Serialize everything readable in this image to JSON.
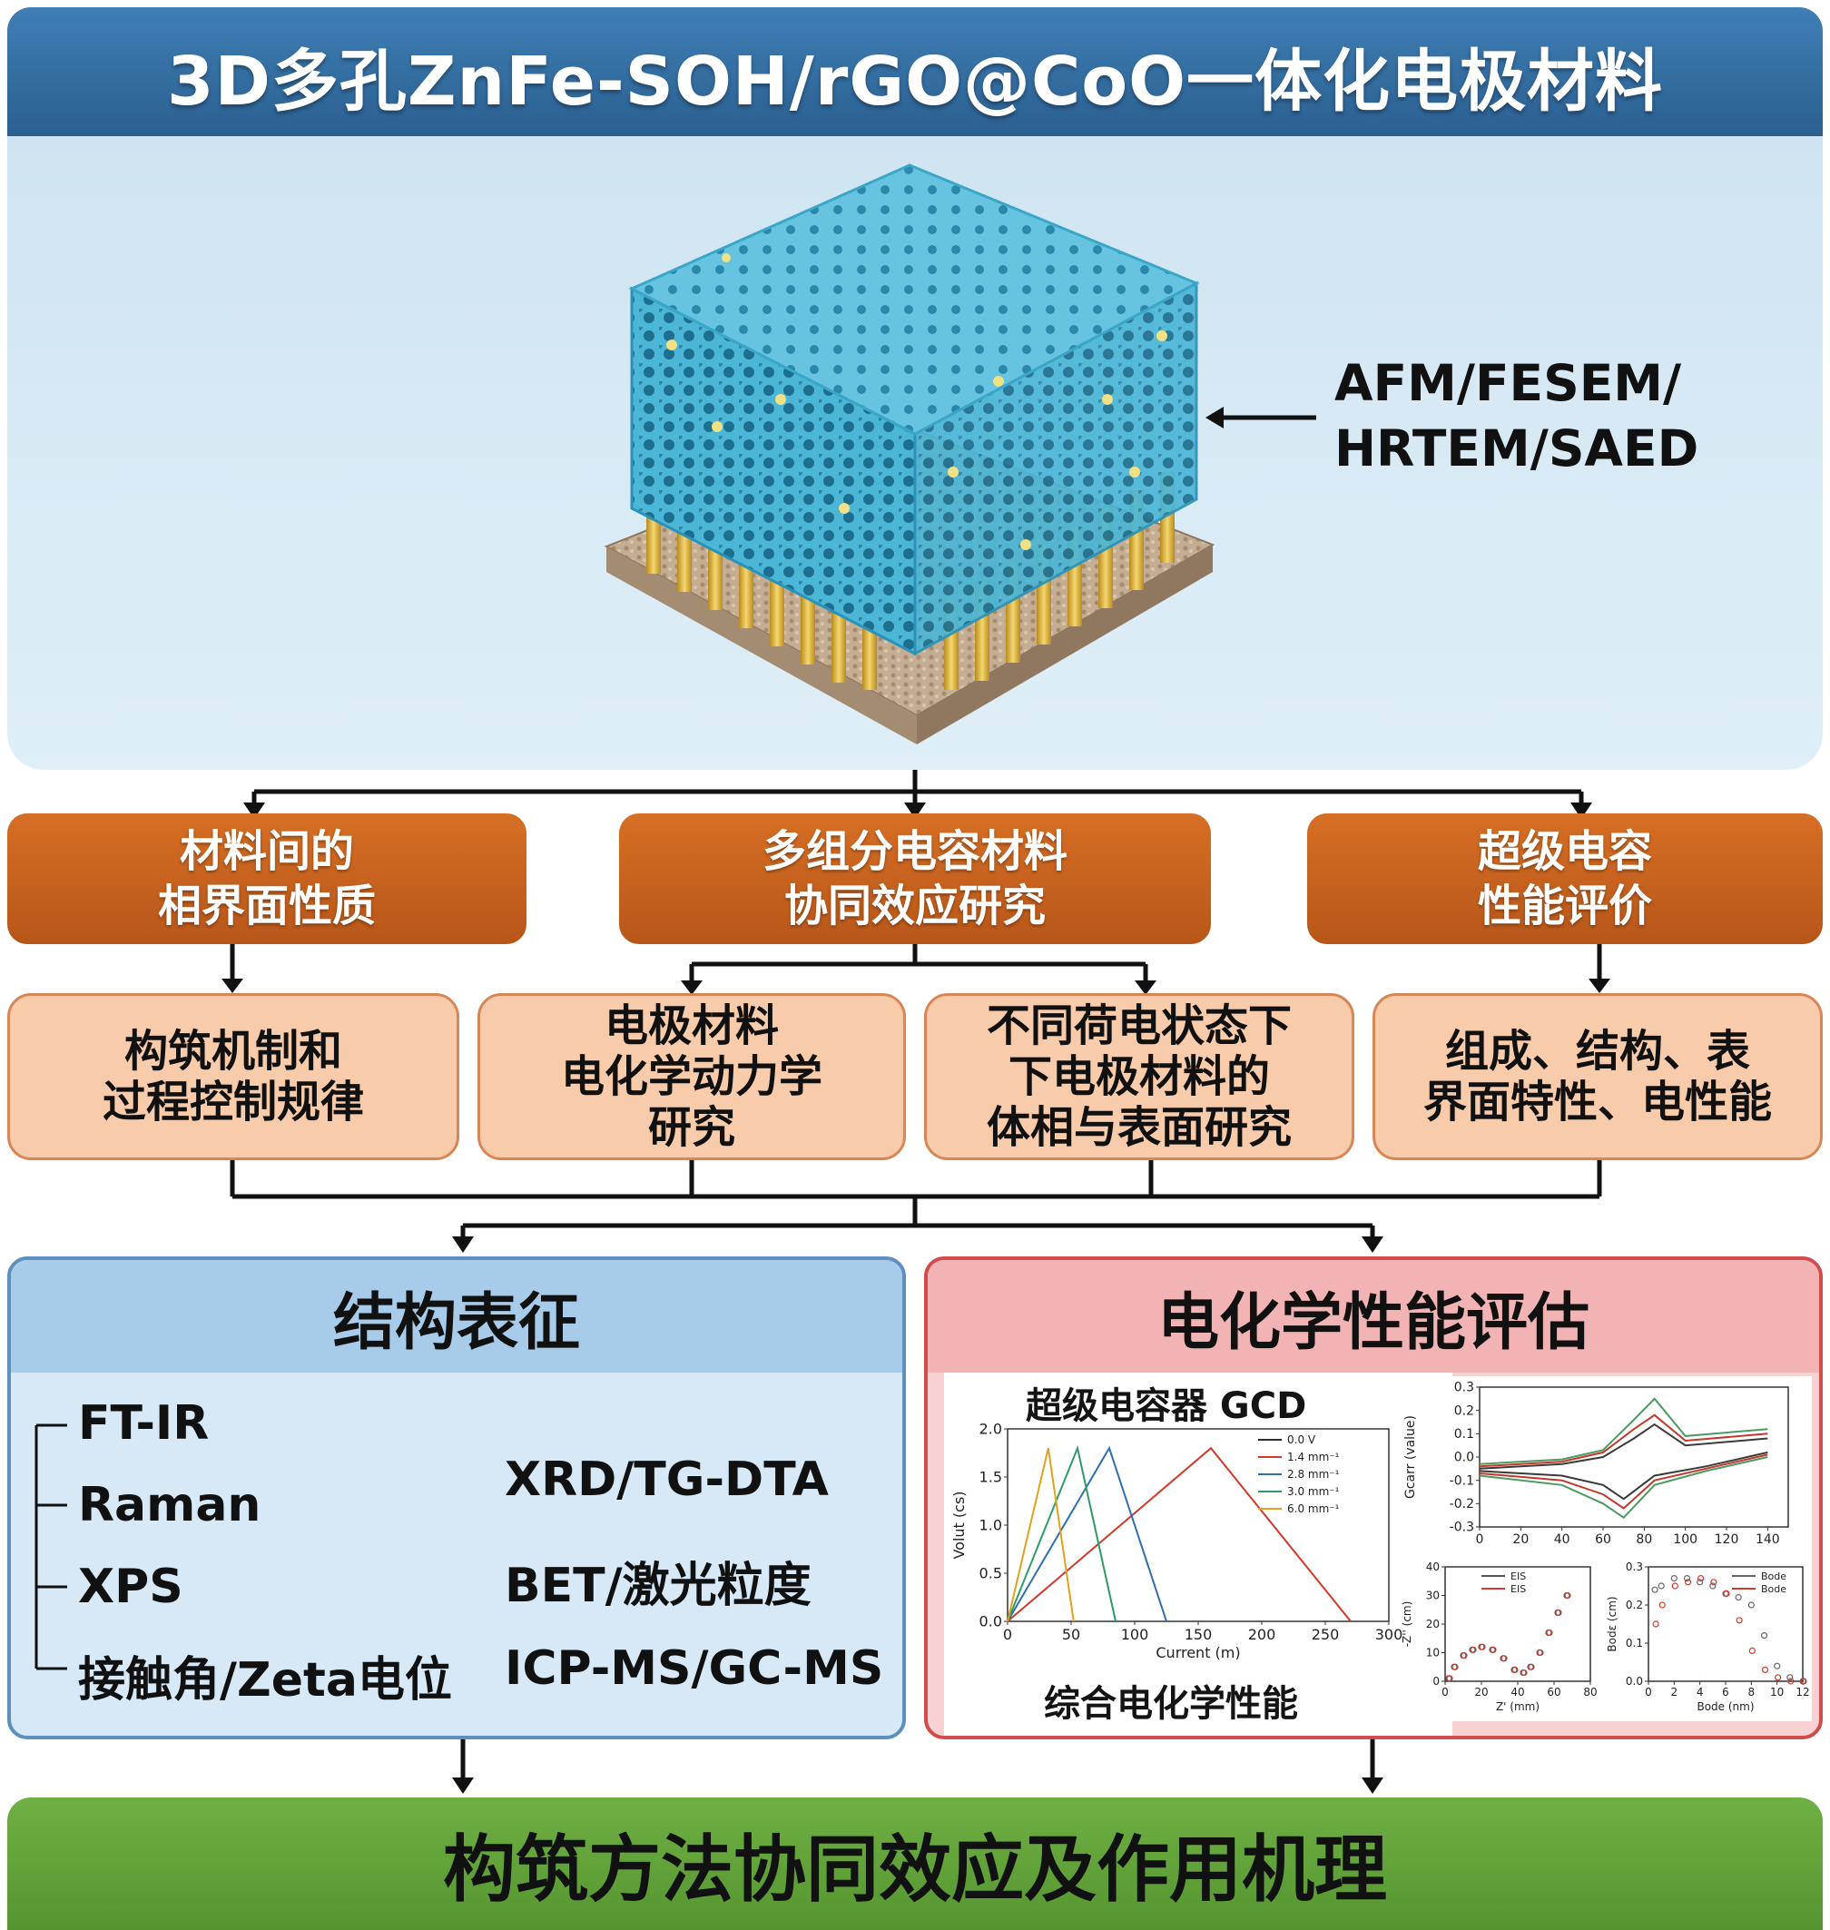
{
  "title": "3D多孔ZnFe-SOH/rGO@CoO一体化电极材料",
  "hero": {
    "tech_line1": "AFM/FESEM/",
    "tech_line2": "HRTEM/SAED"
  },
  "level1": [
    {
      "line1": "材料间的",
      "line2": "相界面性质"
    },
    {
      "line1": "多组分电容材料",
      "line2": "协同效应研究"
    },
    {
      "line1": "超级电容",
      "line2": "性能评价"
    }
  ],
  "level2": [
    {
      "lines": [
        "构筑机制和",
        "过程控制规律"
      ]
    },
    {
      "lines": [
        "电极材料",
        "电化学动力学",
        "研究"
      ]
    },
    {
      "lines": [
        "不同荷电状态下",
        "下电极材料的",
        "体相与表面研究"
      ]
    },
    {
      "lines": [
        "组成、结构、表",
        "界面特性、电性能"
      ]
    }
  ],
  "structure_panel": {
    "title": "结构表征",
    "left_items": [
      "FT-IR",
      "Raman",
      "XPS",
      "接触角/Zeta电位"
    ],
    "right_items": [
      "XRD/TG-DTA",
      "BET/激光粒度",
      "ICP-MS/GC-MS"
    ]
  },
  "electro_panel": {
    "title": "电化学性能评估",
    "gcd_title": "超级电容器 GCD",
    "caption": "综合电化学性能"
  },
  "footer": "构筑方法协同效应及作用机理",
  "colors": {
    "header": "#2f6aa0",
    "orange": "#c8611f",
    "peach": "#f8cbab",
    "blue_panel": "#d7e9f6",
    "red_panel": "#f8d2d2",
    "footer": "#62a33b"
  },
  "chart_data": [
    {
      "type": "line",
      "xlabel": "Current (m)",
      "ylabel": "Volut (cs)",
      "xlim": [
        0,
        300
      ],
      "ylim": [
        0,
        2.0
      ],
      "xticks": [
        "0",
        "50",
        "100",
        "150",
        "200",
        "250",
        "300"
      ],
      "yticks": [
        "0.0",
        "0.5",
        "1.0",
        "1.5",
        "2.0"
      ],
      "series": [
        {
          "name": "0.0 V",
          "color": "#2b2b2b",
          "x": [],
          "y": []
        },
        {
          "name": "1.4 mm⁻¹",
          "color": "#d0392b",
          "x": [
            0,
            160,
            270
          ],
          "y": [
            0,
            1.8,
            0
          ]
        },
        {
          "name": "2.8 mm⁻¹",
          "color": "#2f6fb0",
          "x": [
            0,
            80,
            125
          ],
          "y": [
            0,
            1.8,
            0
          ]
        },
        {
          "name": "3.0 mm⁻¹",
          "color": "#2e9a6a",
          "x": [
            0,
            55,
            85
          ],
          "y": [
            0,
            1.8,
            0
          ]
        },
        {
          "name": "6.0 mm⁻¹",
          "color": "#e0a21c",
          "x": [
            0,
            32,
            52
          ],
          "y": [
            0,
            1.8,
            0
          ]
        }
      ]
    },
    {
      "type": "line",
      "xlabel": "",
      "ylabel": "Gcarr (value)",
      "xlim": [
        0,
        150
      ],
      "ylim": [
        -0.3,
        0.3
      ],
      "xticks": [
        "0",
        "20",
        "40",
        "60",
        "80",
        "100",
        "120",
        "140"
      ],
      "yticks": [
        "0.3",
        "0.2",
        "0.1",
        "0.0",
        "-0.1",
        "-0.2",
        "-0.3"
      ],
      "series": [
        {
          "name": "",
          "color": "#3a3a3a",
          "x": [
            0,
            40,
            60,
            75,
            85,
            100,
            140
          ],
          "y": [
            -0.05,
            -0.03,
            0.0,
            0.08,
            0.14,
            0.05,
            0.08
          ]
        },
        {
          "name": "",
          "color": "#c0392b",
          "x": [
            0,
            40,
            60,
            75,
            85,
            100,
            140
          ],
          "y": [
            -0.04,
            -0.02,
            0.02,
            0.12,
            0.18,
            0.07,
            0.1
          ]
        },
        {
          "name": "",
          "color": "#4c9a62",
          "x": [
            0,
            40,
            60,
            75,
            85,
            100,
            140
          ],
          "y": [
            -0.03,
            -0.01,
            0.03,
            0.16,
            0.25,
            0.09,
            0.12
          ]
        },
        {
          "name": "",
          "color": "#3a3a3a",
          "x": [
            0,
            40,
            60,
            70,
            85,
            110,
            140
          ],
          "y": [
            -0.06,
            -0.08,
            -0.12,
            -0.18,
            -0.08,
            -0.04,
            0.02
          ]
        },
        {
          "name": "",
          "color": "#c0392b",
          "x": [
            0,
            40,
            60,
            70,
            85,
            110,
            140
          ],
          "y": [
            -0.07,
            -0.1,
            -0.16,
            -0.22,
            -0.1,
            -0.05,
            0.01
          ]
        },
        {
          "name": "",
          "color": "#4c9a62",
          "x": [
            0,
            40,
            60,
            70,
            85,
            110,
            140
          ],
          "y": [
            -0.08,
            -0.12,
            -0.2,
            -0.26,
            -0.12,
            -0.06,
            0.0
          ]
        }
      ]
    },
    {
      "type": "scatter",
      "xlabel": "Z' (mm)",
      "ylabel": "-Z'' (cm)",
      "xlim": [
        0,
        80
      ],
      "ylim": [
        0,
        40
      ],
      "xticks": [
        "0",
        "20",
        "40",
        "60",
        "80"
      ],
      "yticks": [
        "40",
        "30",
        "20",
        "10",
        "0"
      ],
      "series": [
        {
          "name": "EIS",
          "color": "#555555",
          "x": [
            2,
            5,
            10,
            15,
            20,
            26,
            32,
            38,
            43,
            47,
            52,
            57,
            62,
            67
          ],
          "y": [
            1,
            5,
            9,
            11,
            12,
            11,
            8,
            4,
            3,
            5,
            10,
            17,
            24,
            30
          ]
        },
        {
          "name": "EIS",
          "color": "#d0392b",
          "x": [
            2,
            5,
            10,
            15,
            20,
            26,
            32,
            38,
            43,
            47,
            52,
            57,
            62,
            67
          ],
          "y": [
            1,
            5,
            9,
            11,
            12,
            11,
            8,
            4,
            3,
            5,
            10,
            17,
            24,
            30
          ]
        }
      ]
    },
    {
      "type": "scatter",
      "xlabel": "Bode (nm)",
      "ylabel": "Bodε (cm)",
      "xlim": [
        0,
        12
      ],
      "ylim": [
        0,
        0.3
      ],
      "xticks": [
        "0",
        "2",
        "4",
        "6",
        "8",
        "10",
        "12"
      ],
      "yticks": [
        "0.3",
        "0.2",
        "0.1",
        "0.0"
      ],
      "series": [
        {
          "name": "Bode",
          "color": "#666666",
          "x": [
            0.5,
            1,
            2,
            3,
            4,
            5,
            6,
            7,
            8,
            9,
            10,
            11,
            12
          ],
          "y": [
            0.24,
            0.25,
            0.27,
            0.27,
            0.26,
            0.25,
            0.23,
            0.22,
            0.2,
            0.12,
            0.04,
            0.01,
            0.0
          ]
        },
        {
          "name": "Bode",
          "color": "#d0392b",
          "x": [
            0.5,
            1,
            2,
            3,
            4,
            5,
            6,
            7,
            8,
            9,
            10,
            11,
            12
          ],
          "y": [
            0.15,
            0.2,
            0.25,
            0.26,
            0.27,
            0.26,
            0.23,
            0.16,
            0.08,
            0.03,
            0.01,
            0.0,
            0.0
          ]
        }
      ]
    }
  ]
}
